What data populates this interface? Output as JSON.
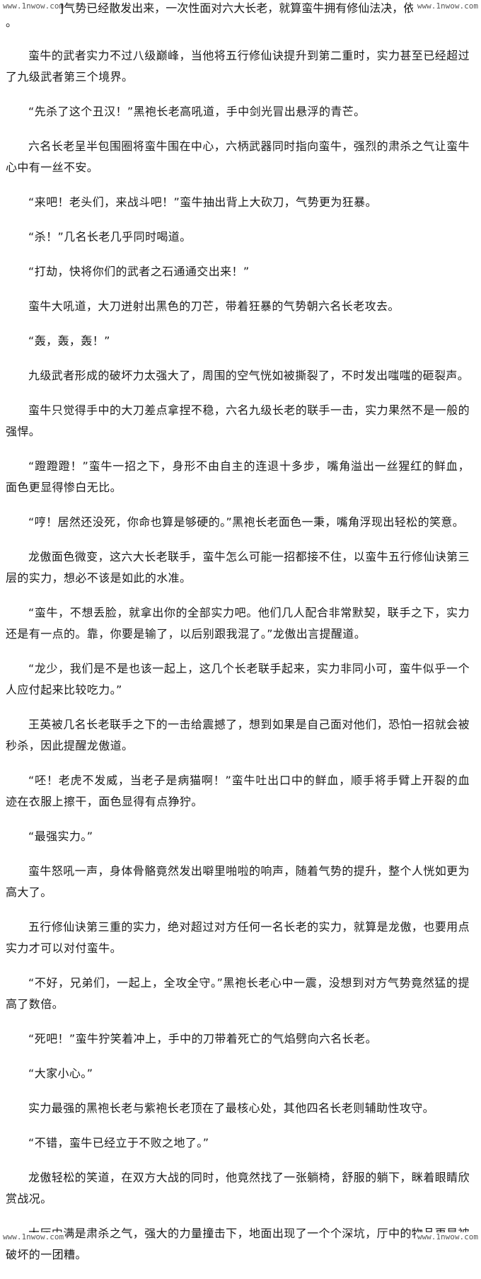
{
  "watermark": {
    "top_left": "www.1nwow.com",
    "top_right": "www.1nwow.com",
    "bottom_left": "www.1nwow.com",
    "bottom_right": "www.1nwow.com"
  },
  "top_fragment": {
    "line": "]气势已经散发出来，一次性面对六大长老，就算蛮牛拥有修仙法决，依然",
    "trail": "。"
  },
  "paragraphs": [
    "蛮牛的武者实力不过八级巅峰，当他将五行修仙诀提升到第二重时，实力甚至已经超过了九级武者第三个境界。",
    "“先杀了这个丑汉！”黑袍长老高吼道，手中剑光冒出悬浮的青芒。",
    "六名长老呈半包围圈将蛮牛围在中心，六柄武器同时指向蛮牛，强烈的肃杀之气让蛮牛心中有一丝不安。",
    "“来吧！老头们，来战斗吧！”蛮牛抽出背上大砍刀，气势更为狂暴。",
    "“杀！”几名长老几乎同时喝道。",
    "“打劫，快将你们的武者之石通通交出来！”",
    "蛮牛大吼道，大刀迸射出黑色的刀芒，带着狂暴的气势朝六名长老攻去。",
    "“轰，轰，轰！”",
    "九级武者形成的破坏力太强大了，周围的空气恍如被撕裂了，不时发出嗤嗤的砸裂声。",
    "蛮牛只觉得手中的大刀差点拿捏不稳，六名九级长老的联手一击，实力果然不是一般的强悍。",
    "“蹬蹬蹬！”蛮牛一招之下，身形不由自主的连退十多步，嘴角溢出一丝猩红的鲜血，面色更显得惨白无比。",
    "“哼！居然还没死，你命也算是够硬的。”黑袍长老面色一秉，嘴角浮现出轻松的笑意。",
    "龙傲面色微变，这六大长老联手，蛮牛怎么可能一招都接不住，以蛮牛五行修仙诀第三层的实力，想必不该是如此的水准。",
    "“蛮牛，不想丢脸，就拿出你的全部实力吧。他们几人配合非常默契，联手之下，实力还是有一点的。靠，你要是输了，以后别跟我混了。”龙傲出言提醒道。",
    "“龙少，我们是不是也该一起上，这几个长老联手起来，实力非同小可，蛮牛似乎一个人应付起来比较吃力。”",
    "王英被几名长老联手之下的一击给震撼了，想到如果是自己面对他们，恐怕一招就会被秒杀，因此提醒龙傲道。",
    "“呸！老虎不发威，当老子是病猫啊！”蛮牛吐出口中的鲜血，顺手将手臂上开裂的血迹在衣服上擦干，面色显得有点狰狞。",
    "“最强实力。”",
    "蛮牛怒吼一声，身体骨骼竟然发出噼里啪啦的响声，随着气势的提升，整个人恍如更为高大了。",
    "五行修仙诀第三重的实力，绝对超过对方任何一名长老的实力，就算是龙傲，也要用点实力才可以对付蛮牛。",
    "“不好，兄弟们，一起上，全攻全守。”黑袍长老心中一震，没想到对方气势竟然猛的提高了数倍。",
    "“死吧！”蛮牛狞笑着冲上，手中的刀带着死亡的气焰劈向六名长老。",
    "“大家小心。”",
    "实力最强的黑袍长老与紫袍长老顶在了最核心处，其他四名长老则辅助性攻守。",
    "“不错，蛮牛已经立于不败之地了。”",
    "龙傲轻松的笑道，在双方大战的同时，他竟然找了一张躺椅，舒服的躺下，眯着眼睛欣赏战况。",
    "大厅内满是肃杀之气，强大的力量撞击下，地面出现了一个个深坑，厅中的物品更是被破坏的一团糟。"
  ]
}
